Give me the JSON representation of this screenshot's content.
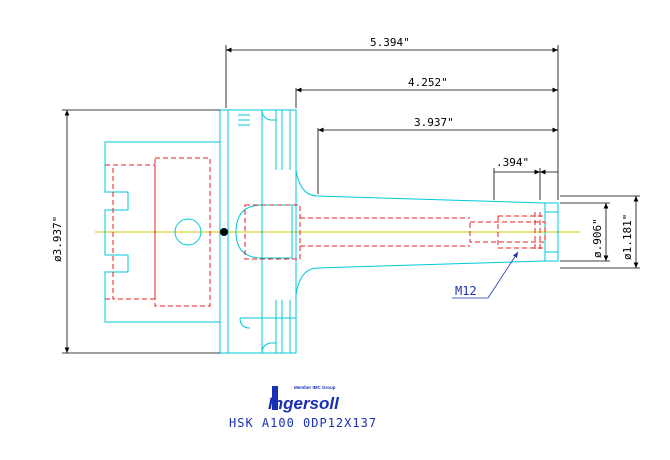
{
  "dimensions": {
    "overall_length": "5.394\"",
    "gauge_length": "4.252\"",
    "shank_length": "3.937\"",
    "pocket_depth": ".394\"",
    "flange_diameter": "ø3.937\"",
    "bore_diameter": "ø.906\"",
    "nose_diameter": "ø1.181\""
  },
  "thread_callout": "M12",
  "logo": {
    "member_text": "Member IMC Group",
    "brand_text": "Ingersoll"
  },
  "part_number": "HSK  A100  0DP12X137",
  "colors": {
    "outline": "#00c8d8",
    "hidden": "#e02020",
    "centerline": "#c8c800",
    "dimension": "#000000",
    "callout": "#1a2fb4"
  }
}
